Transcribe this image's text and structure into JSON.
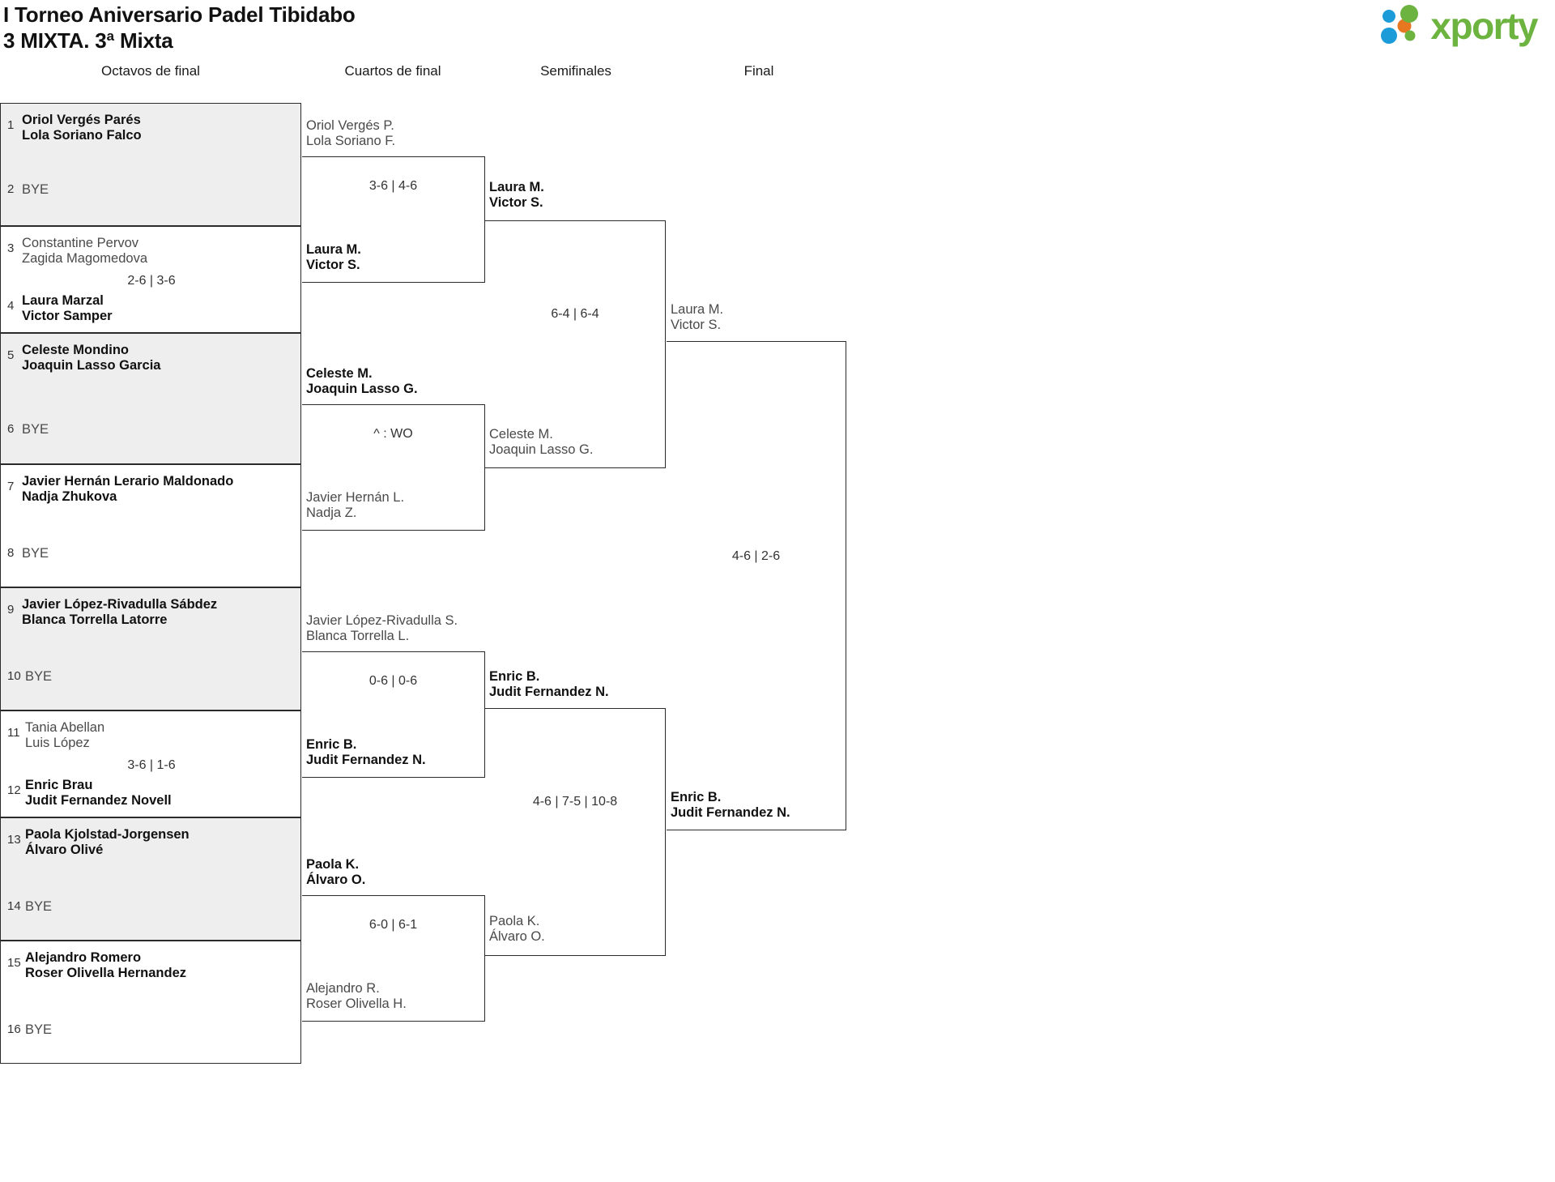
{
  "header": {
    "tournament_title": "I Torneo Aniversario Padel Tibidabo",
    "category_title": "3 MIXTA. 3ª Mixta",
    "logo_text": "xporty",
    "logo_colors": {
      "green": "#6CB33F",
      "orange": "#E87722",
      "blue": "#1B9CD8"
    }
  },
  "rounds": [
    {
      "id": "octavos",
      "label": "Octavos de final"
    },
    {
      "id": "cuartos",
      "label": "Cuartos de final"
    },
    {
      "id": "semis",
      "label": "Semifinales"
    },
    {
      "id": "final",
      "label": "Final"
    }
  ],
  "round1": {
    "matches": [
      {
        "id": "r1m1",
        "shaded": true,
        "score": "",
        "top": {
          "seed": "1",
          "line1": "Oriol Vergés Parés",
          "line2": "Lola Soriano Falco",
          "state": "winner"
        },
        "bottom": {
          "seed": "2",
          "line1": "BYE",
          "line2": "",
          "state": "bye"
        }
      },
      {
        "id": "r1m2",
        "shaded": false,
        "score": "2-6 | 3-6",
        "top": {
          "seed": "3",
          "line1": "Constantine Pervov",
          "line2": "Zagida Magomedova",
          "state": "loser"
        },
        "bottom": {
          "seed": "4",
          "line1": "Laura Marzal",
          "line2": "Victor Samper",
          "state": "winner"
        }
      },
      {
        "id": "r1m3",
        "shaded": true,
        "score": "",
        "top": {
          "seed": "5",
          "line1": "Celeste Mondino",
          "line2": "Joaquin Lasso Garcia",
          "state": "winner"
        },
        "bottom": {
          "seed": "6",
          "line1": "BYE",
          "line2": "",
          "state": "bye"
        }
      },
      {
        "id": "r1m4",
        "shaded": false,
        "score": "",
        "top": {
          "seed": "7",
          "line1": "Javier Hernán Lerario Maldonado",
          "line2": "Nadja Zhukova",
          "state": "winner"
        },
        "bottom": {
          "seed": "8",
          "line1": "BYE",
          "line2": "",
          "state": "bye"
        }
      },
      {
        "id": "r1m5",
        "shaded": true,
        "score": "",
        "top": {
          "seed": "9",
          "line1": "Javier López-Rivadulla Sábdez",
          "line2": "Blanca Torrella Latorre",
          "state": "winner"
        },
        "bottom": {
          "seed": "10",
          "line1": "BYE",
          "line2": "",
          "state": "bye"
        }
      },
      {
        "id": "r1m6",
        "shaded": false,
        "score": "3-6 | 1-6",
        "top": {
          "seed": "11",
          "line1": "Tania Abellan",
          "line2": "Luis López",
          "state": "loser"
        },
        "bottom": {
          "seed": "12",
          "line1": "Enric Brau",
          "line2": "Judit Fernandez Novell",
          "state": "winner"
        }
      },
      {
        "id": "r1m7",
        "shaded": true,
        "score": "",
        "top": {
          "seed": "13",
          "line1": "Paola Kjolstad-Jorgensen",
          "line2": "Álvaro Olivé",
          "state": "winner"
        },
        "bottom": {
          "seed": "14",
          "line1": "BYE",
          "line2": "",
          "state": "bye"
        }
      },
      {
        "id": "r1m8",
        "shaded": false,
        "score": "",
        "top": {
          "seed": "15",
          "line1": "Alejandro Romero",
          "line2": "Roser Olivella Hernandez",
          "state": "winner"
        },
        "bottom": {
          "seed": "16",
          "line1": "BYE",
          "line2": "",
          "state": "bye"
        }
      }
    ]
  },
  "round2": {
    "matches": [
      {
        "id": "r2m1",
        "score": "3-6 | 4-6",
        "top": {
          "line1": "Oriol Vergés P.",
          "line2": "Lola Soriano F.",
          "state": "loser"
        },
        "bottom": {
          "line1": "Laura M.",
          "line2": "Victor S.",
          "state": "winner"
        }
      },
      {
        "id": "r2m2",
        "score": "^ : WO",
        "top": {
          "line1": "Celeste M.",
          "line2": "Joaquin Lasso G.",
          "state": "winner"
        },
        "bottom": {
          "line1": "Javier Hernán L.",
          "line2": "Nadja Z.",
          "state": "loser"
        }
      },
      {
        "id": "r2m3",
        "score": "0-6 | 0-6",
        "top": {
          "line1": "Javier López-Rivadulla S.",
          "line2": "Blanca Torrella L.",
          "state": "loser"
        },
        "bottom": {
          "line1": "Enric B.",
          "line2": "Judit Fernandez N.",
          "state": "winner"
        }
      },
      {
        "id": "r2m4",
        "score": "6-0 | 6-1",
        "top": {
          "line1": "Paola K.",
          "line2": "Álvaro O.",
          "state": "winner"
        },
        "bottom": {
          "line1": "Alejandro R.",
          "line2": "Roser Olivella H.",
          "state": "loser"
        }
      }
    ]
  },
  "round3": {
    "matches": [
      {
        "id": "r3m1",
        "score": "6-4 | 6-4",
        "top": {
          "line1": "Laura M.",
          "line2": "Victor S.",
          "state": "winner"
        },
        "bottom": {
          "line1": "Celeste M.",
          "line2": "Joaquin Lasso G.",
          "state": "loser"
        }
      },
      {
        "id": "r3m2",
        "score": "4-6 | 7-5 | 10-8",
        "top": {
          "line1": "Enric B.",
          "line2": "Judit Fernandez N.",
          "state": "winner"
        },
        "bottom": {
          "line1": "Paola K.",
          "line2": "Álvaro O.",
          "state": "loser"
        }
      }
    ]
  },
  "round4": {
    "matches": [
      {
        "id": "r4m1",
        "score": "4-6 | 2-6",
        "top": {
          "line1": "Laura M.",
          "line2": "Victor S.",
          "state": "loser"
        },
        "bottom": {
          "line1": "Enric B.",
          "line2": "Judit Fernandez N.",
          "state": "winner"
        }
      }
    ]
  }
}
